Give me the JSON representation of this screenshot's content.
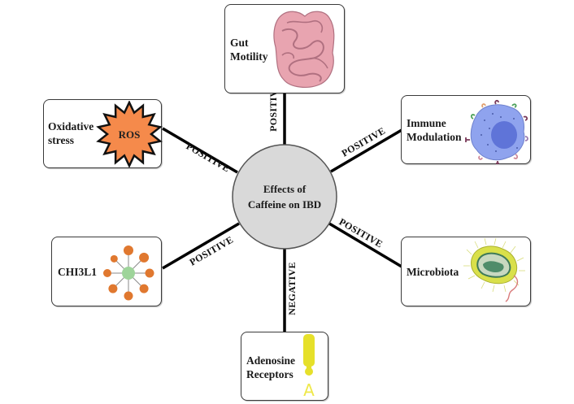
{
  "diagram": {
    "hub": {
      "line1": "Effects of",
      "line2": "Caffeine on IBD",
      "fill": "#d9d9d9"
    },
    "nodes": [
      {
        "id": "gut",
        "label_lines": [
          "Gut",
          "Motility"
        ],
        "icon": "intestine-icon",
        "relation": "POSITIVE"
      },
      {
        "id": "oxidative",
        "label_lines": [
          "Oxidative",
          "stress"
        ],
        "icon": "ros-starburst-icon",
        "icon_text": "ROS",
        "relation": "POSITIVE"
      },
      {
        "id": "immune",
        "label_lines": [
          "Immune",
          "Modulation"
        ],
        "icon": "immune-cell-icon",
        "relation": "POSITIVE"
      },
      {
        "id": "chi3l1",
        "label_lines": [
          "CHI3L1"
        ],
        "icon": "network-graph-icon",
        "relation": "POSITIVE"
      },
      {
        "id": "microbiota",
        "label_lines": [
          "Microbiota"
        ],
        "icon": "bacterium-icon",
        "relation": "POSITIVE"
      },
      {
        "id": "adenosine",
        "label_lines": [
          "Adenosine",
          "Receptors"
        ],
        "icon": "adenosine-receptor-icon",
        "icon_text": "A",
        "relation": "NEGATIVE"
      }
    ],
    "colors": {
      "ros": "#f58a4b",
      "intestine": "#e8a4b0",
      "cell": "#8fa3ee",
      "nucleus": "#5f74d8",
      "network_node": "#e0782f",
      "network_center": "#9ed49a",
      "bacterium_outer": "#d9e04a",
      "bacterium_inner": "#4f8c6a",
      "receptor": "#e6e02a"
    }
  }
}
